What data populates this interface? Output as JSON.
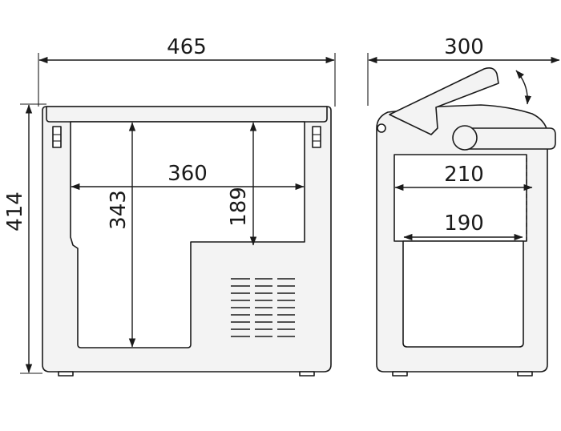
{
  "dimensions": {
    "front_width": "465",
    "inner_width": "360",
    "inner_depth_total": "343",
    "inner_depth_upper": "189",
    "height": "414",
    "side_depth": "300",
    "side_upper": "210",
    "side_lower": "190"
  },
  "colors": {
    "line": "#1a1a1a",
    "body_fill": "#f3f3f3",
    "background": "#ffffff"
  }
}
